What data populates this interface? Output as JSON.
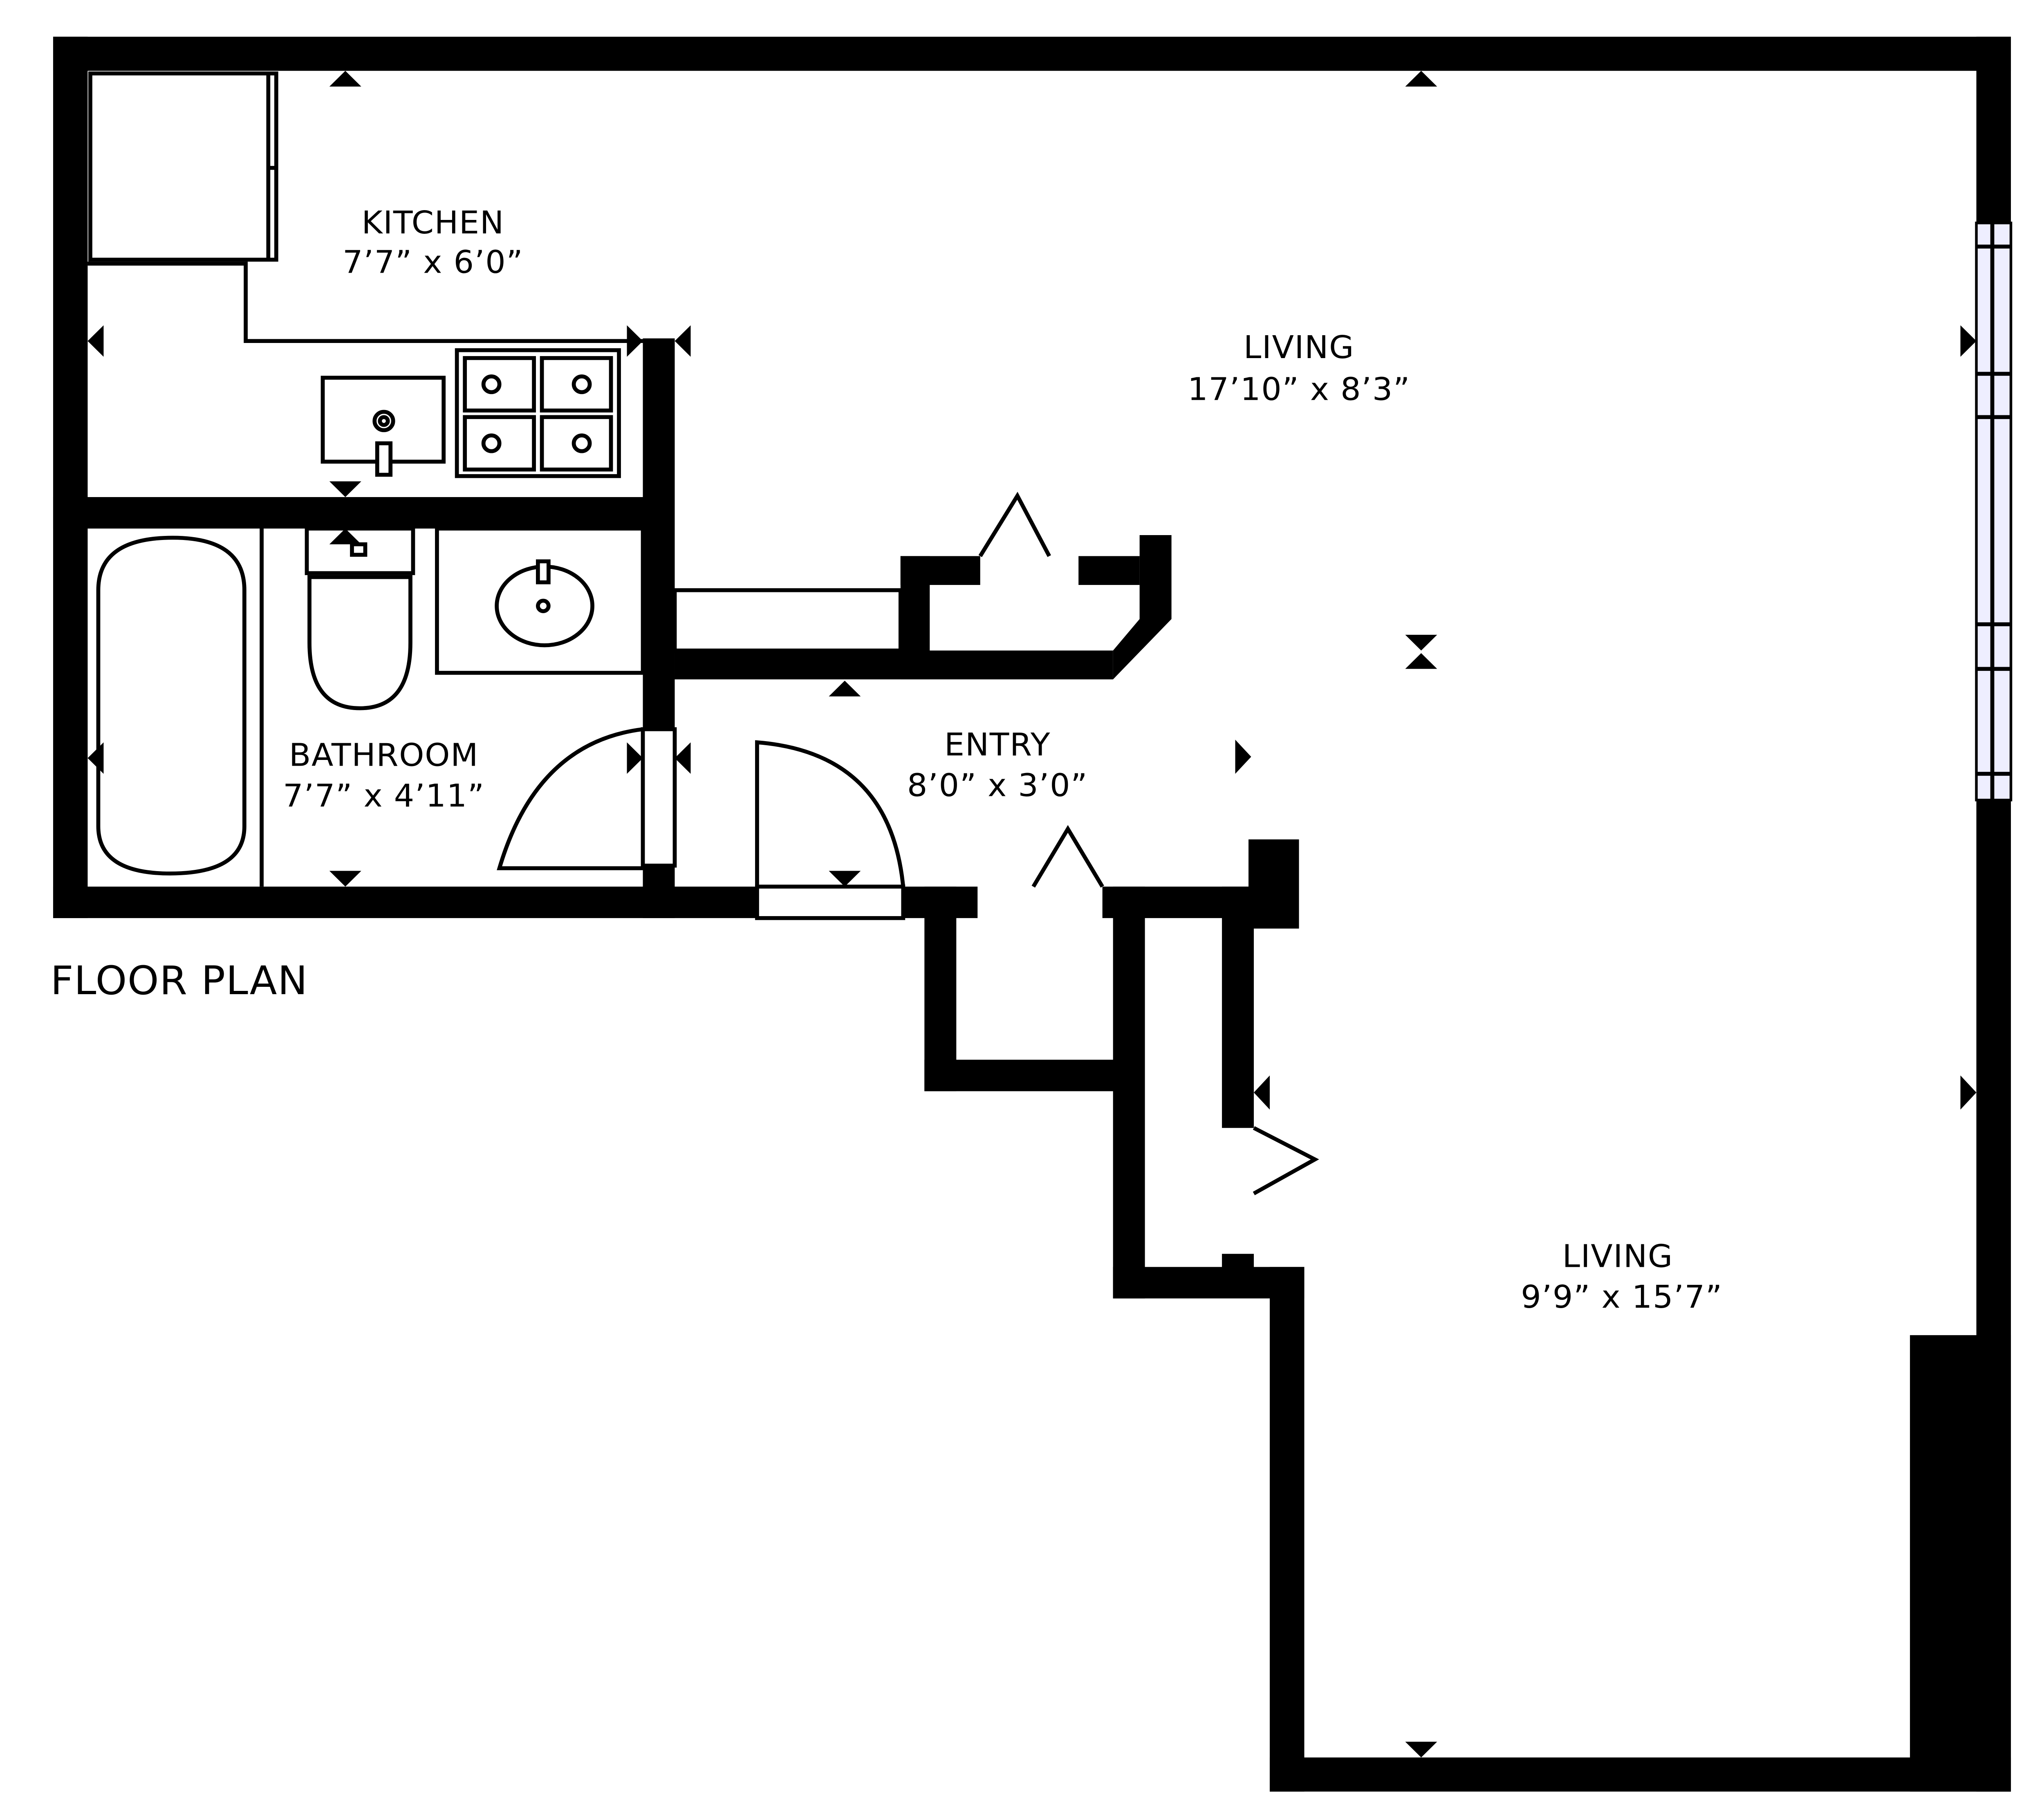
{
  "rooms": {
    "kitchen": {
      "name": "KITCHEN",
      "dimensions": "7’7” x 6’0”"
    },
    "living_upper": {
      "name": "LIVING",
      "dimensions": "17’10” x 8’3”"
    },
    "bathroom": {
      "name": "BATHROOM",
      "dimensions": "7’7” x 4’11”"
    },
    "entry": {
      "name": "ENTRY",
      "dimensions": "8’0” x 3’0”"
    },
    "living_lower": {
      "name": "LIVING",
      "dimensions": "9’9” x 15’7”"
    }
  },
  "caption": "FLOOR PLAN",
  "colors": {
    "wall": "#000000",
    "background": "#ffffff",
    "window": "#eeeeff"
  }
}
